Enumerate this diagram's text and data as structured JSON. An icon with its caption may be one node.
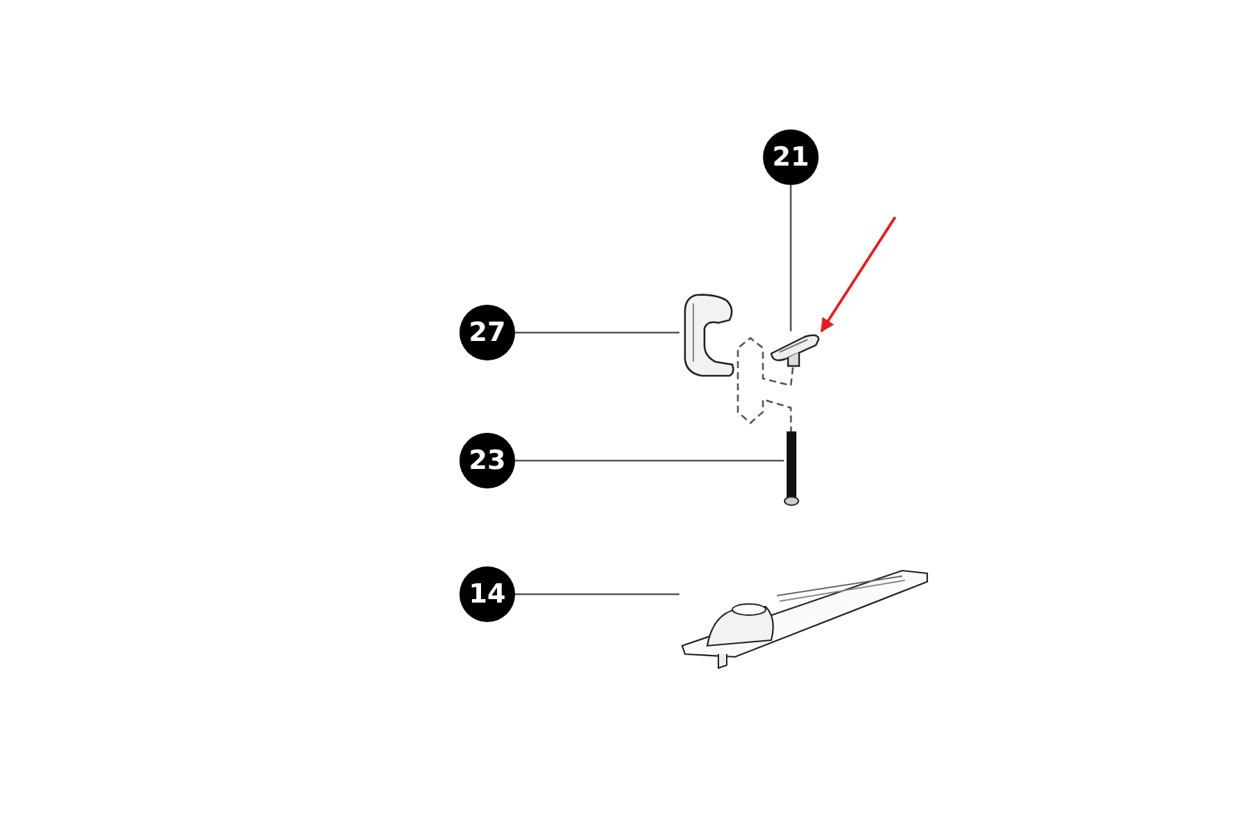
{
  "diagram": {
    "nodes": [
      {
        "text": [
          "21"
        ]
      },
      {
        "text": [
          "27"
        ]
      },
      {
        "text": [
          "23"
        ]
      },
      {
        "text": [
          "14"
        ]
      },
      {
        "text": [],
        "shape": "picture"
      },
      {
        "text": [],
        "shape": "picture"
      },
      {
        "text": [],
        "shape": "bar"
      },
      {
        "text": [],
        "shape": "picture"
      }
    ],
    "edges": [
      {
        "from": 0,
        "to": 4,
        "arrow": "none"
      },
      {
        "from": 1,
        "to": 5,
        "arrow": "none"
      },
      {
        "from": 2,
        "to": 6,
        "arrow": "none"
      },
      {
        "from": 3,
        "to": 7,
        "arrow": "none"
      },
      {
        "from": null,
        "to": 4,
        "arrow": "to",
        "color": "#e02020"
      },
      {
        "from": 4,
        "to": 6,
        "arrow": "none",
        "style": "dashed"
      }
    ]
  }
}
